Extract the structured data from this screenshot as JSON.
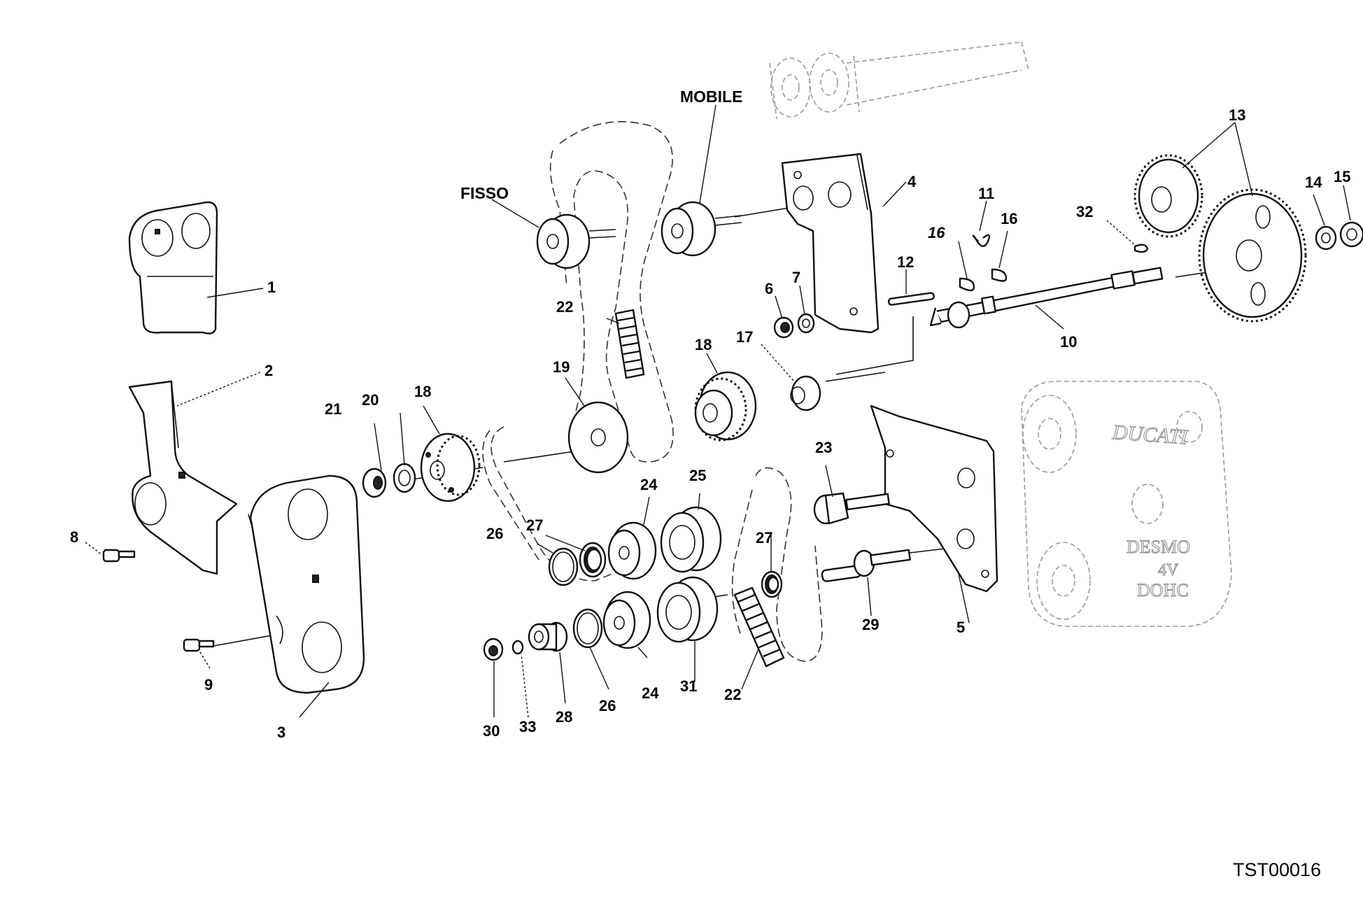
{
  "figure_code": "TST00016",
  "words": {
    "fisso": "FISSO",
    "mobile": "MOBILE"
  },
  "ghost_text": {
    "brand": "DUCATI",
    "line1": "DESMO",
    "line2": "4V",
    "line3": "DOHC"
  },
  "callouts": [
    {
      "id": "c1",
      "text": "1"
    },
    {
      "id": "c2",
      "text": "2"
    },
    {
      "id": "c3",
      "text": "3"
    },
    {
      "id": "c4",
      "text": "4"
    },
    {
      "id": "c5",
      "text": "5"
    },
    {
      "id": "c6",
      "text": "6"
    },
    {
      "id": "c7",
      "text": "7"
    },
    {
      "id": "c8",
      "text": "8"
    },
    {
      "id": "c9",
      "text": "9"
    },
    {
      "id": "c10",
      "text": "10"
    },
    {
      "id": "c11",
      "text": "11"
    },
    {
      "id": "c12",
      "text": "12"
    },
    {
      "id": "c13",
      "text": "13"
    },
    {
      "id": "c14",
      "text": "14"
    },
    {
      "id": "c15",
      "text": "15"
    },
    {
      "id": "c16a",
      "text": "16"
    },
    {
      "id": "c16b",
      "text": "16"
    },
    {
      "id": "c17",
      "text": "17"
    },
    {
      "id": "c18a",
      "text": "18"
    },
    {
      "id": "c18b",
      "text": "18"
    },
    {
      "id": "c19",
      "text": "19"
    },
    {
      "id": "c20",
      "text": "20"
    },
    {
      "id": "c21",
      "text": "21"
    },
    {
      "id": "c22a",
      "text": "22"
    },
    {
      "id": "c22b",
      "text": "22"
    },
    {
      "id": "c23",
      "text": "23"
    },
    {
      "id": "c24a",
      "text": "24"
    },
    {
      "id": "c24b",
      "text": "24"
    },
    {
      "id": "c25",
      "text": "25"
    },
    {
      "id": "c26a",
      "text": "26"
    },
    {
      "id": "c26b",
      "text": "26"
    },
    {
      "id": "c27a",
      "text": "27"
    },
    {
      "id": "c27b",
      "text": "27"
    },
    {
      "id": "c28",
      "text": "28"
    },
    {
      "id": "c29",
      "text": "29"
    },
    {
      "id": "c30",
      "text": "30"
    },
    {
      "id": "c31",
      "text": "31"
    },
    {
      "id": "c32",
      "text": "32"
    },
    {
      "id": "c33",
      "text": "33"
    }
  ]
}
